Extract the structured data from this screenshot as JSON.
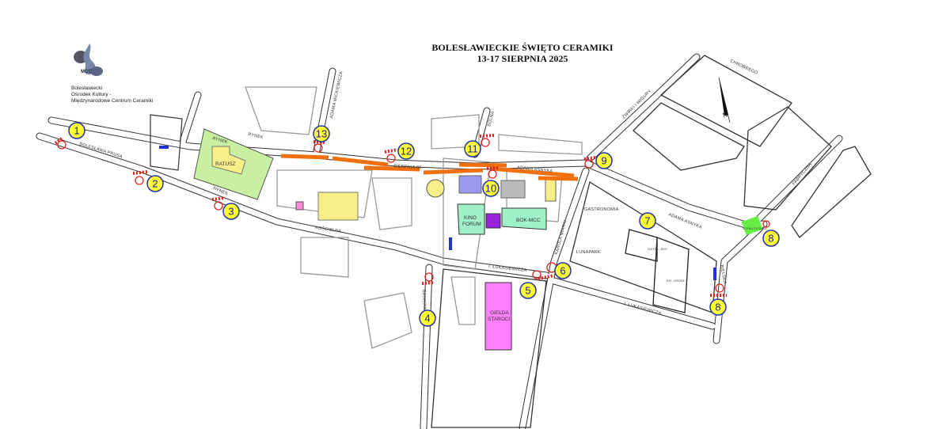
{
  "title": {
    "line1": "BOLESŁAWIECKIE ŚWIĘTO CERAMIKI",
    "line2": "13-17  SIERPNIA 2025"
  },
  "logo": {
    "badge": "MCC",
    "lines": [
      "Bolesławiecki",
      "Ośrodek Kultury -",
      "Międzynarodowe Centrum Ceramiki"
    ]
  },
  "compass": {
    "label": "N"
  },
  "streets": {
    "prusa": "BOLESŁAWA PRUSA",
    "rynek1": "RYNEK",
    "rynek2": "RYNEK",
    "rynek3": "RYNEK",
    "koscielna": "KOŚCIELNA",
    "bankowa": "BANKOWA",
    "lukasiewicza1": "I. ŁUKASIEWICZA",
    "lukasiewicza2": "I. ŁUKASIEWICZA",
    "miarki": "KAROLA MIARKI",
    "asnyka1": "ADAMA ASNYKA",
    "asnyka2": "ADAMA ASNYKA",
    "sierpnia": "SIERPNIA 80",
    "bielska": "BIELSKA",
    "chrobrego": "CHROBREGO",
    "fabryczna": "FABRYCZNA",
    "zwirki": "ŻWIRKI I WIGURY",
    "solna": "SOLNA",
    "mickiewicza": "ADAMA MICKIEWICZA"
  },
  "places": {
    "ratusz": "RATUSZ",
    "kino1": "KINO",
    "kino2": "FORUM",
    "bok": "BOK-MCC",
    "gielda1": "GIEŁDA",
    "gielda2": "STAROCI",
    "gastronomia": "GASTRONOMIA",
    "lunapark": "LUNAPARK",
    "hotel": "HOTEL „BIS”",
    "dh": "DH „ORZEŁ”",
    "scena": "SCENA GŁÓWNA"
  },
  "markers": [
    "1",
    "2",
    "3",
    "4",
    "5",
    "6",
    "7",
    "8",
    "8",
    "9",
    "10",
    "11",
    "12",
    "13"
  ],
  "colors": {
    "marker": "#ffff33",
    "closure": "#e02020",
    "stalls": "#f07010",
    "ratusz_square": "#c8f0a0",
    "kino": "#a0f0c8",
    "gielda": "#ff80ff",
    "scena": "#66ee44"
  }
}
